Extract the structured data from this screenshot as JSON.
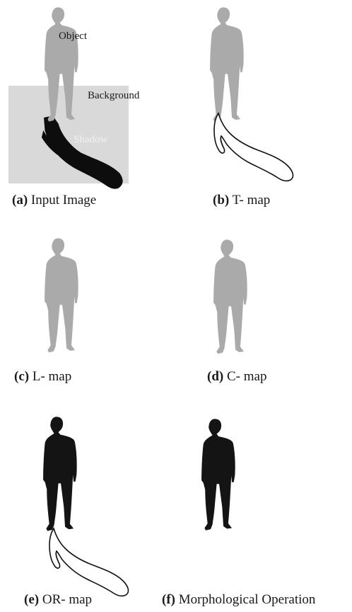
{
  "colors": {
    "person_gray": "#aaaaaa",
    "person_dark": "#141414",
    "background_box": "#d9d9d9",
    "shadow_fill": "#0d0d0d",
    "outline_stroke": "#111111"
  },
  "panels": [
    {
      "id": "a",
      "letter": "(a)",
      "title": "Input Image",
      "labels": {
        "object": "Object",
        "background": "Background",
        "shadow": "Shadow"
      }
    },
    {
      "id": "b",
      "letter": "(b)",
      "title": "T- map"
    },
    {
      "id": "c",
      "letter": "(c)",
      "title": "L- map"
    },
    {
      "id": "d",
      "letter": "(d)",
      "title": "C- map"
    },
    {
      "id": "e",
      "letter": "(e)",
      "title": "OR- map"
    },
    {
      "id": "f",
      "letter": "(f)",
      "title": "Morphological Operation"
    }
  ]
}
